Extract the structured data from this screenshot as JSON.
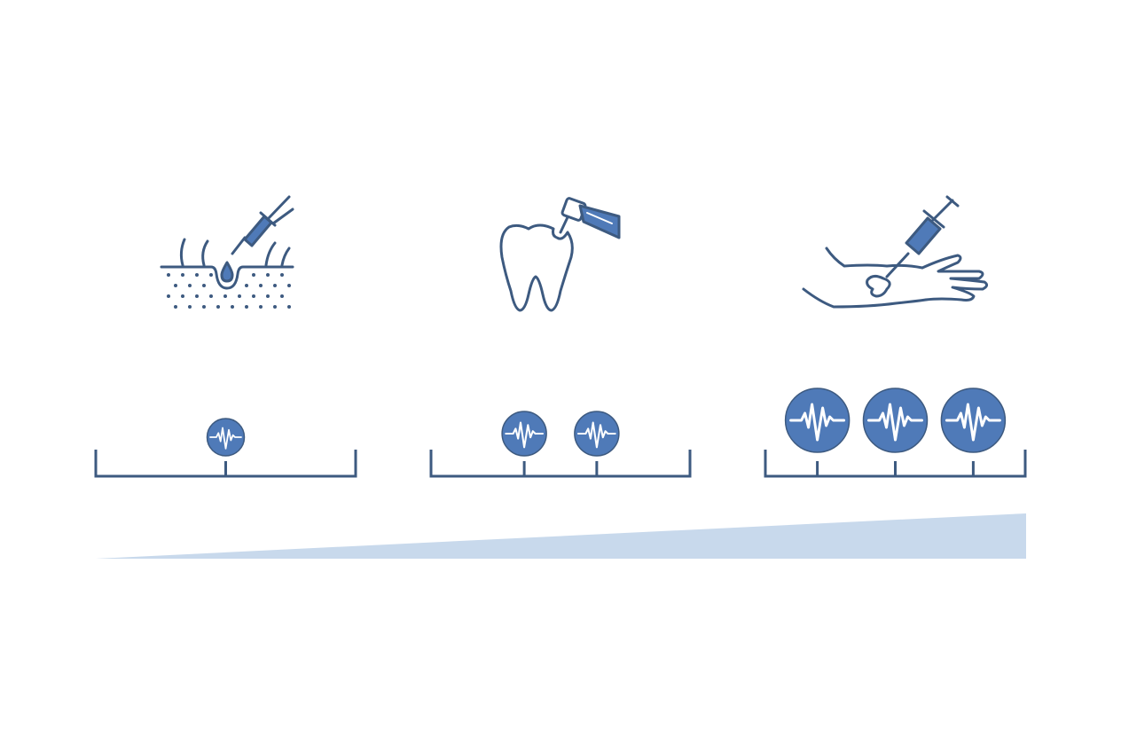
{
  "colors": {
    "stroke": "#3d5a80",
    "fill": "#4f7ab8",
    "light_fill": "#c8d9ec",
    "background": "#ffffff",
    "white": "#ffffff"
  },
  "panels": [
    {
      "illustration": "skin-hair-follicle-injection-icon",
      "pulse_count": 1,
      "pulse_size": "small"
    },
    {
      "illustration": "tooth-dental-drill-icon",
      "pulse_count": 2,
      "pulse_size": "medium"
    },
    {
      "illustration": "arm-vein-syringe-icon",
      "pulse_count": 3,
      "pulse_size": "large"
    }
  ],
  "pulse_icon": "heartbeat-pulse-icon",
  "wedge": {
    "shape": "increasing-wedge",
    "start_level": 0,
    "end_level": 1
  }
}
